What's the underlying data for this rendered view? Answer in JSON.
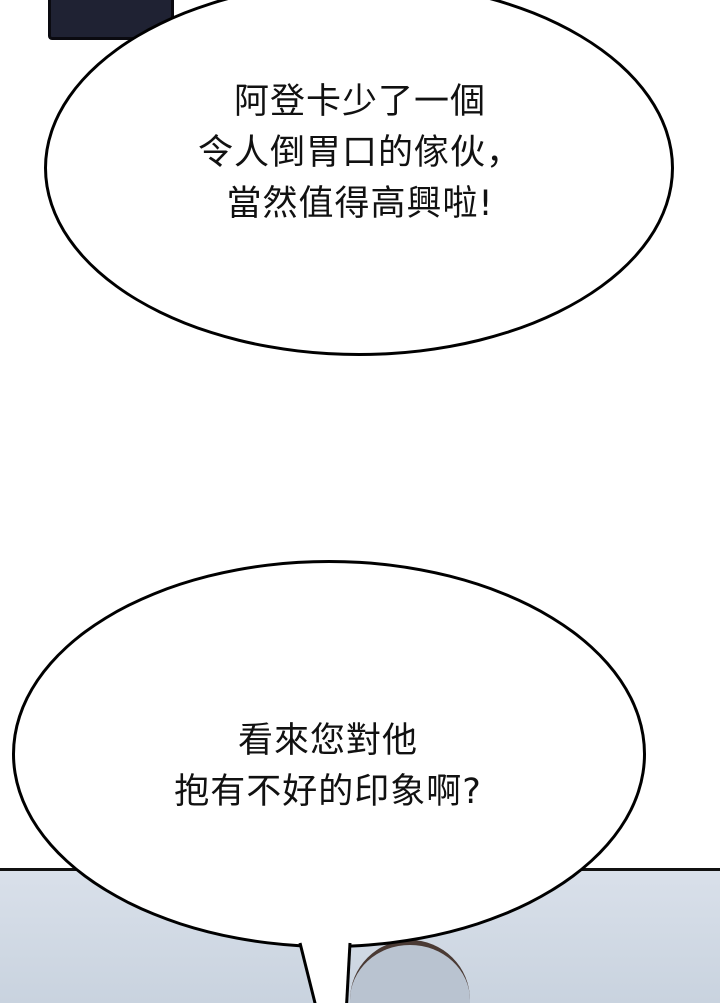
{
  "bubble_top": {
    "lines": [
      "阿登卡少了一個",
      "令人倒胃口的傢伙，",
      "當然值得高興啦!"
    ]
  },
  "bubble_bottom": {
    "lines": [
      "看來您對他",
      "抱有不好的印象啊?"
    ]
  }
}
